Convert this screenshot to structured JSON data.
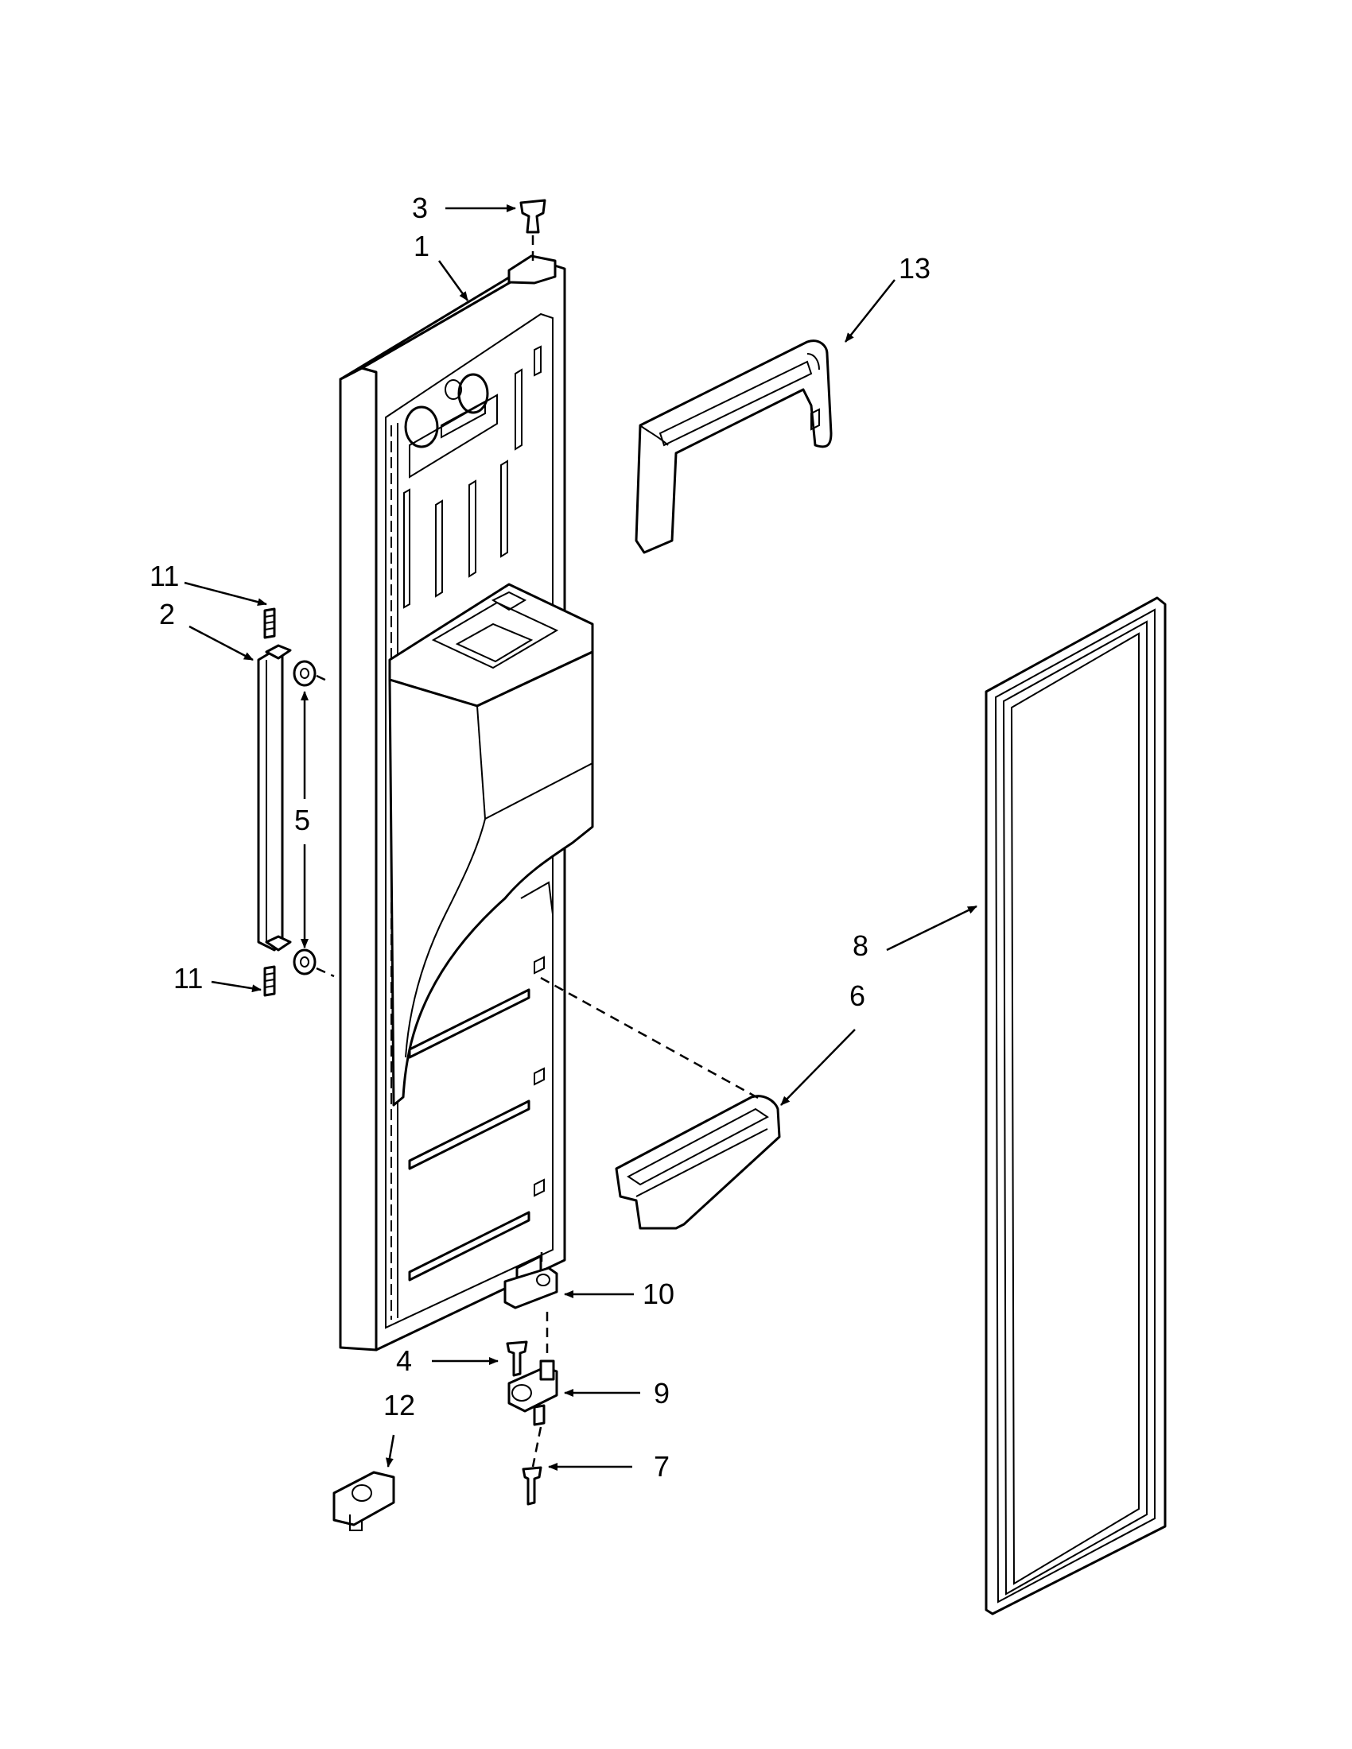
{
  "diagram": {
    "callouts": {
      "c1": "1",
      "c2": "2",
      "c3": "3",
      "c4": "4",
      "c5": "5",
      "c6": "6",
      "c7": "7",
      "c8": "8",
      "c9": "9",
      "c10": "10",
      "c11a": "11",
      "c11b": "11",
      "c12": "12",
      "c13": "13"
    },
    "colors": {
      "ink": "#000000",
      "paper": "#ffffff"
    }
  }
}
